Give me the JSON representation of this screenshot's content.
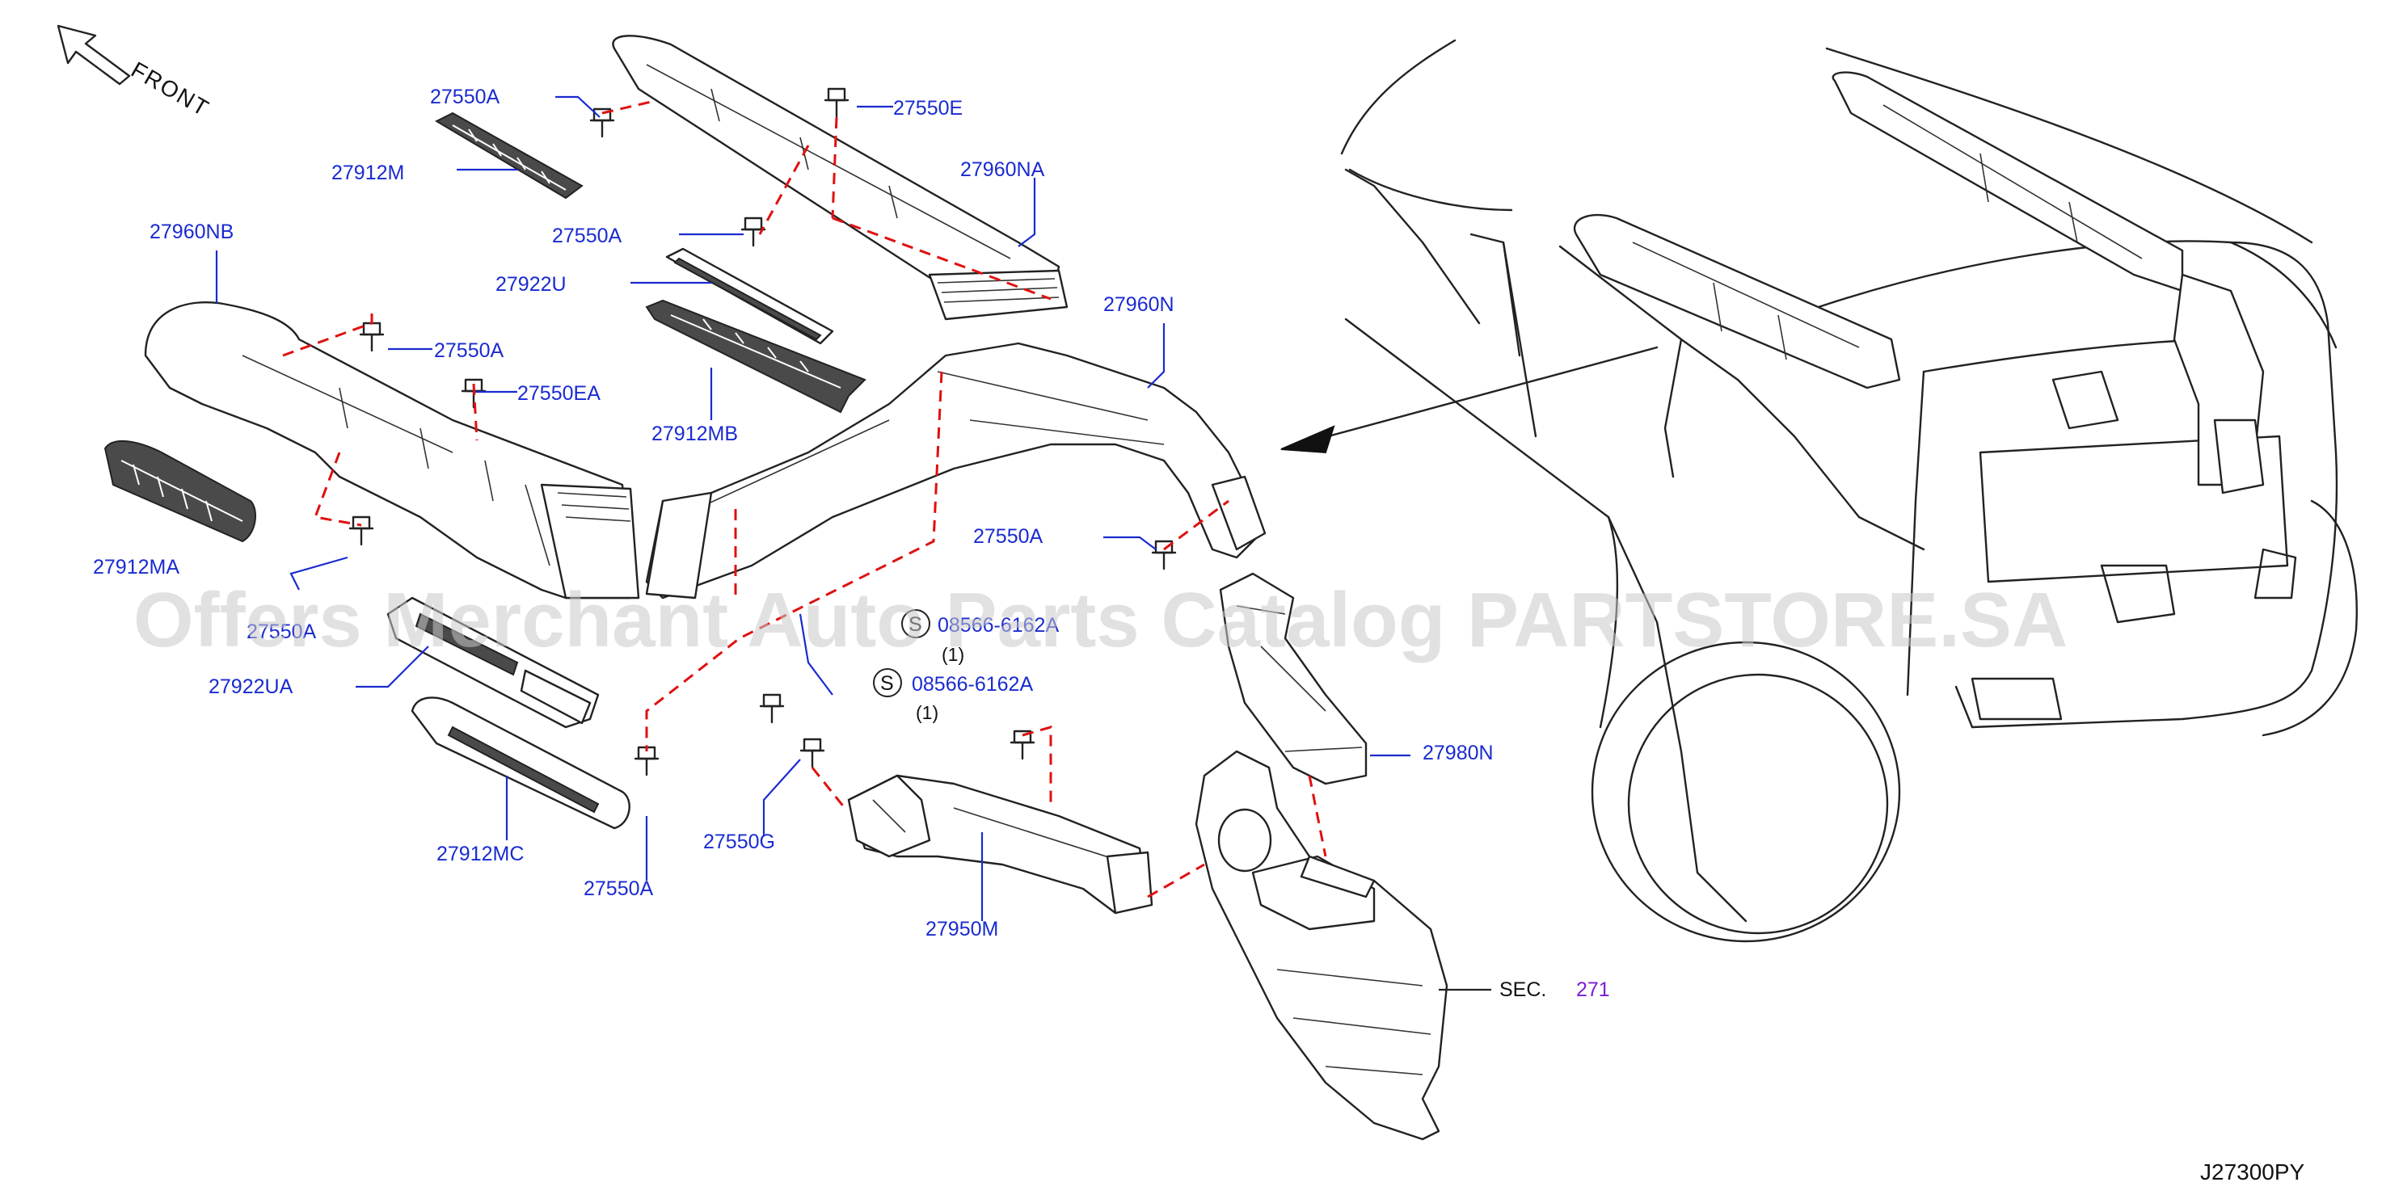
{
  "drawing_code": "J27300PY",
  "orientation": {
    "label": "FRONT"
  },
  "watermark": "Offers Merchant Auto Parts Catalog PARTSTORE.SA",
  "callouts": [
    {
      "id": "c01",
      "part_number": "27550A"
    },
    {
      "id": "c02",
      "part_number": "27912M"
    },
    {
      "id": "c03",
      "part_number": "27550E"
    },
    {
      "id": "c04",
      "part_number": "27960NA"
    },
    {
      "id": "c05",
      "part_number": "27550A"
    },
    {
      "id": "c06",
      "part_number": "27922U"
    },
    {
      "id": "c07",
      "part_number": "27960NB"
    },
    {
      "id": "c08",
      "part_number": "27550A"
    },
    {
      "id": "c09",
      "part_number": "27550EA"
    },
    {
      "id": "c10",
      "part_number": "27912MB"
    },
    {
      "id": "c11",
      "part_number": "27960N"
    },
    {
      "id": "c12",
      "part_number": "27912MA"
    },
    {
      "id": "c13",
      "part_number": "27550A"
    },
    {
      "id": "c14",
      "part_number": "27550A"
    },
    {
      "id": "c15",
      "part_number": "27922UA"
    },
    {
      "id": "c16",
      "part_number": "27980N"
    },
    {
      "id": "c17",
      "part_number": "27550G"
    },
    {
      "id": "c18",
      "part_number": "27912MC"
    },
    {
      "id": "c19",
      "part_number": "27550A"
    },
    {
      "id": "c20",
      "part_number": "27950M"
    }
  ],
  "standard_parts": [
    {
      "id": "s1",
      "symbol": "S",
      "part_number": "08566-6162A",
      "quantity": "(1)"
    },
    {
      "id": "s2",
      "symbol": "S",
      "part_number": "08566-6162A",
      "quantity": "(1)"
    }
  ],
  "section_ref": {
    "prefix": "SEC.",
    "number": "271"
  },
  "colors": {
    "part_label": "#1a2bd0",
    "section_link": "#7a1fd0",
    "connection_dash": "#e01010",
    "outline": "#222222"
  }
}
